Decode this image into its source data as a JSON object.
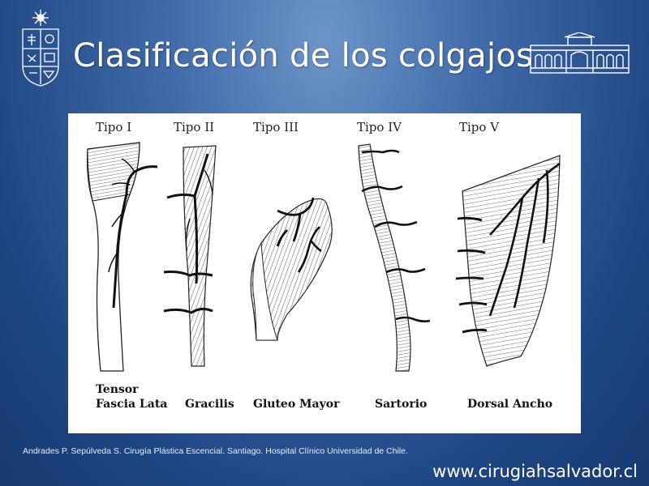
{
  "slide": {
    "title": "Clasificación de los colgajos",
    "citation": "Andrades P. Sepúlveda S. Cirugía Plástica Escencial. Santiago. Hospital Clínico Universidad de Chile.",
    "website": "www.cirugiahsalvador.cl"
  },
  "logos": {
    "left_icon": "university-crest-icon",
    "right_icon": "hospital-building-icon"
  },
  "figure": {
    "types": [
      {
        "label": "Tipo I",
        "muscle": [
          "Tensor",
          "Fascia Lata"
        ]
      },
      {
        "label": "Tipo II",
        "muscle": [
          "Gracilis"
        ]
      },
      {
        "label": "Tipo III",
        "muscle": [
          "Gluteo Mayor"
        ]
      },
      {
        "label": "Tipo IV",
        "muscle": [
          "Sartorio"
        ]
      },
      {
        "label": "Tipo V",
        "muscle": [
          "Dorsal Ancho"
        ]
      }
    ]
  }
}
